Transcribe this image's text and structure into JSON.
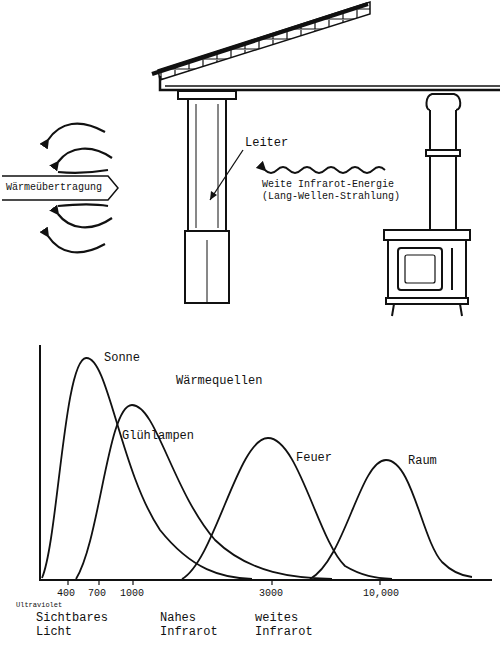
{
  "diagram": {
    "title": "Wärmequellen",
    "labels": [
      "Wärmeübertragung",
      "Leiter",
      "Weite Infrarot-Energie (Lang-Wellen-Strahlung)",
      "Sonne",
      "Glühlampen",
      "Feuer",
      "Raum",
      "400",
      "700",
      "1000",
      "3000",
      "10,000",
      "Ultraviolet",
      "Sichtbares Licht",
      "Nahes Infrarot",
      "weites Infrarot"
    ]
  }
}
